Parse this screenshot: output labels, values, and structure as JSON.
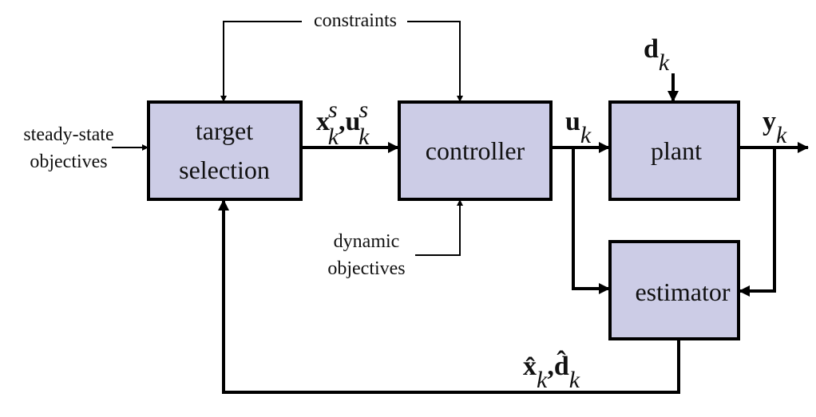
{
  "blocks": {
    "target_selection": [
      "target",
      "selection"
    ],
    "controller": "controller",
    "plant": "plant",
    "estimator": "estimator"
  },
  "inputs": {
    "steady_state": [
      "steady-state",
      "objectives"
    ],
    "constraints": "constraints",
    "dynamic": [
      "dynamic",
      "objectives"
    ]
  },
  "signals": {
    "targets": {
      "x": "x",
      "u": "u",
      "sup": "s",
      "sub": "k",
      "sep": ","
    },
    "input": {
      "sym": "u",
      "sub": "k"
    },
    "disturbance": {
      "sym": "d",
      "sub": "k"
    },
    "output": {
      "sym": "y",
      "sub": "k"
    },
    "estimates": {
      "x": "x̂",
      "d": "d̂",
      "sub": "k",
      "sep": ","
    }
  },
  "colors": {
    "block_fill": "#cccce6",
    "line": "#000000"
  }
}
